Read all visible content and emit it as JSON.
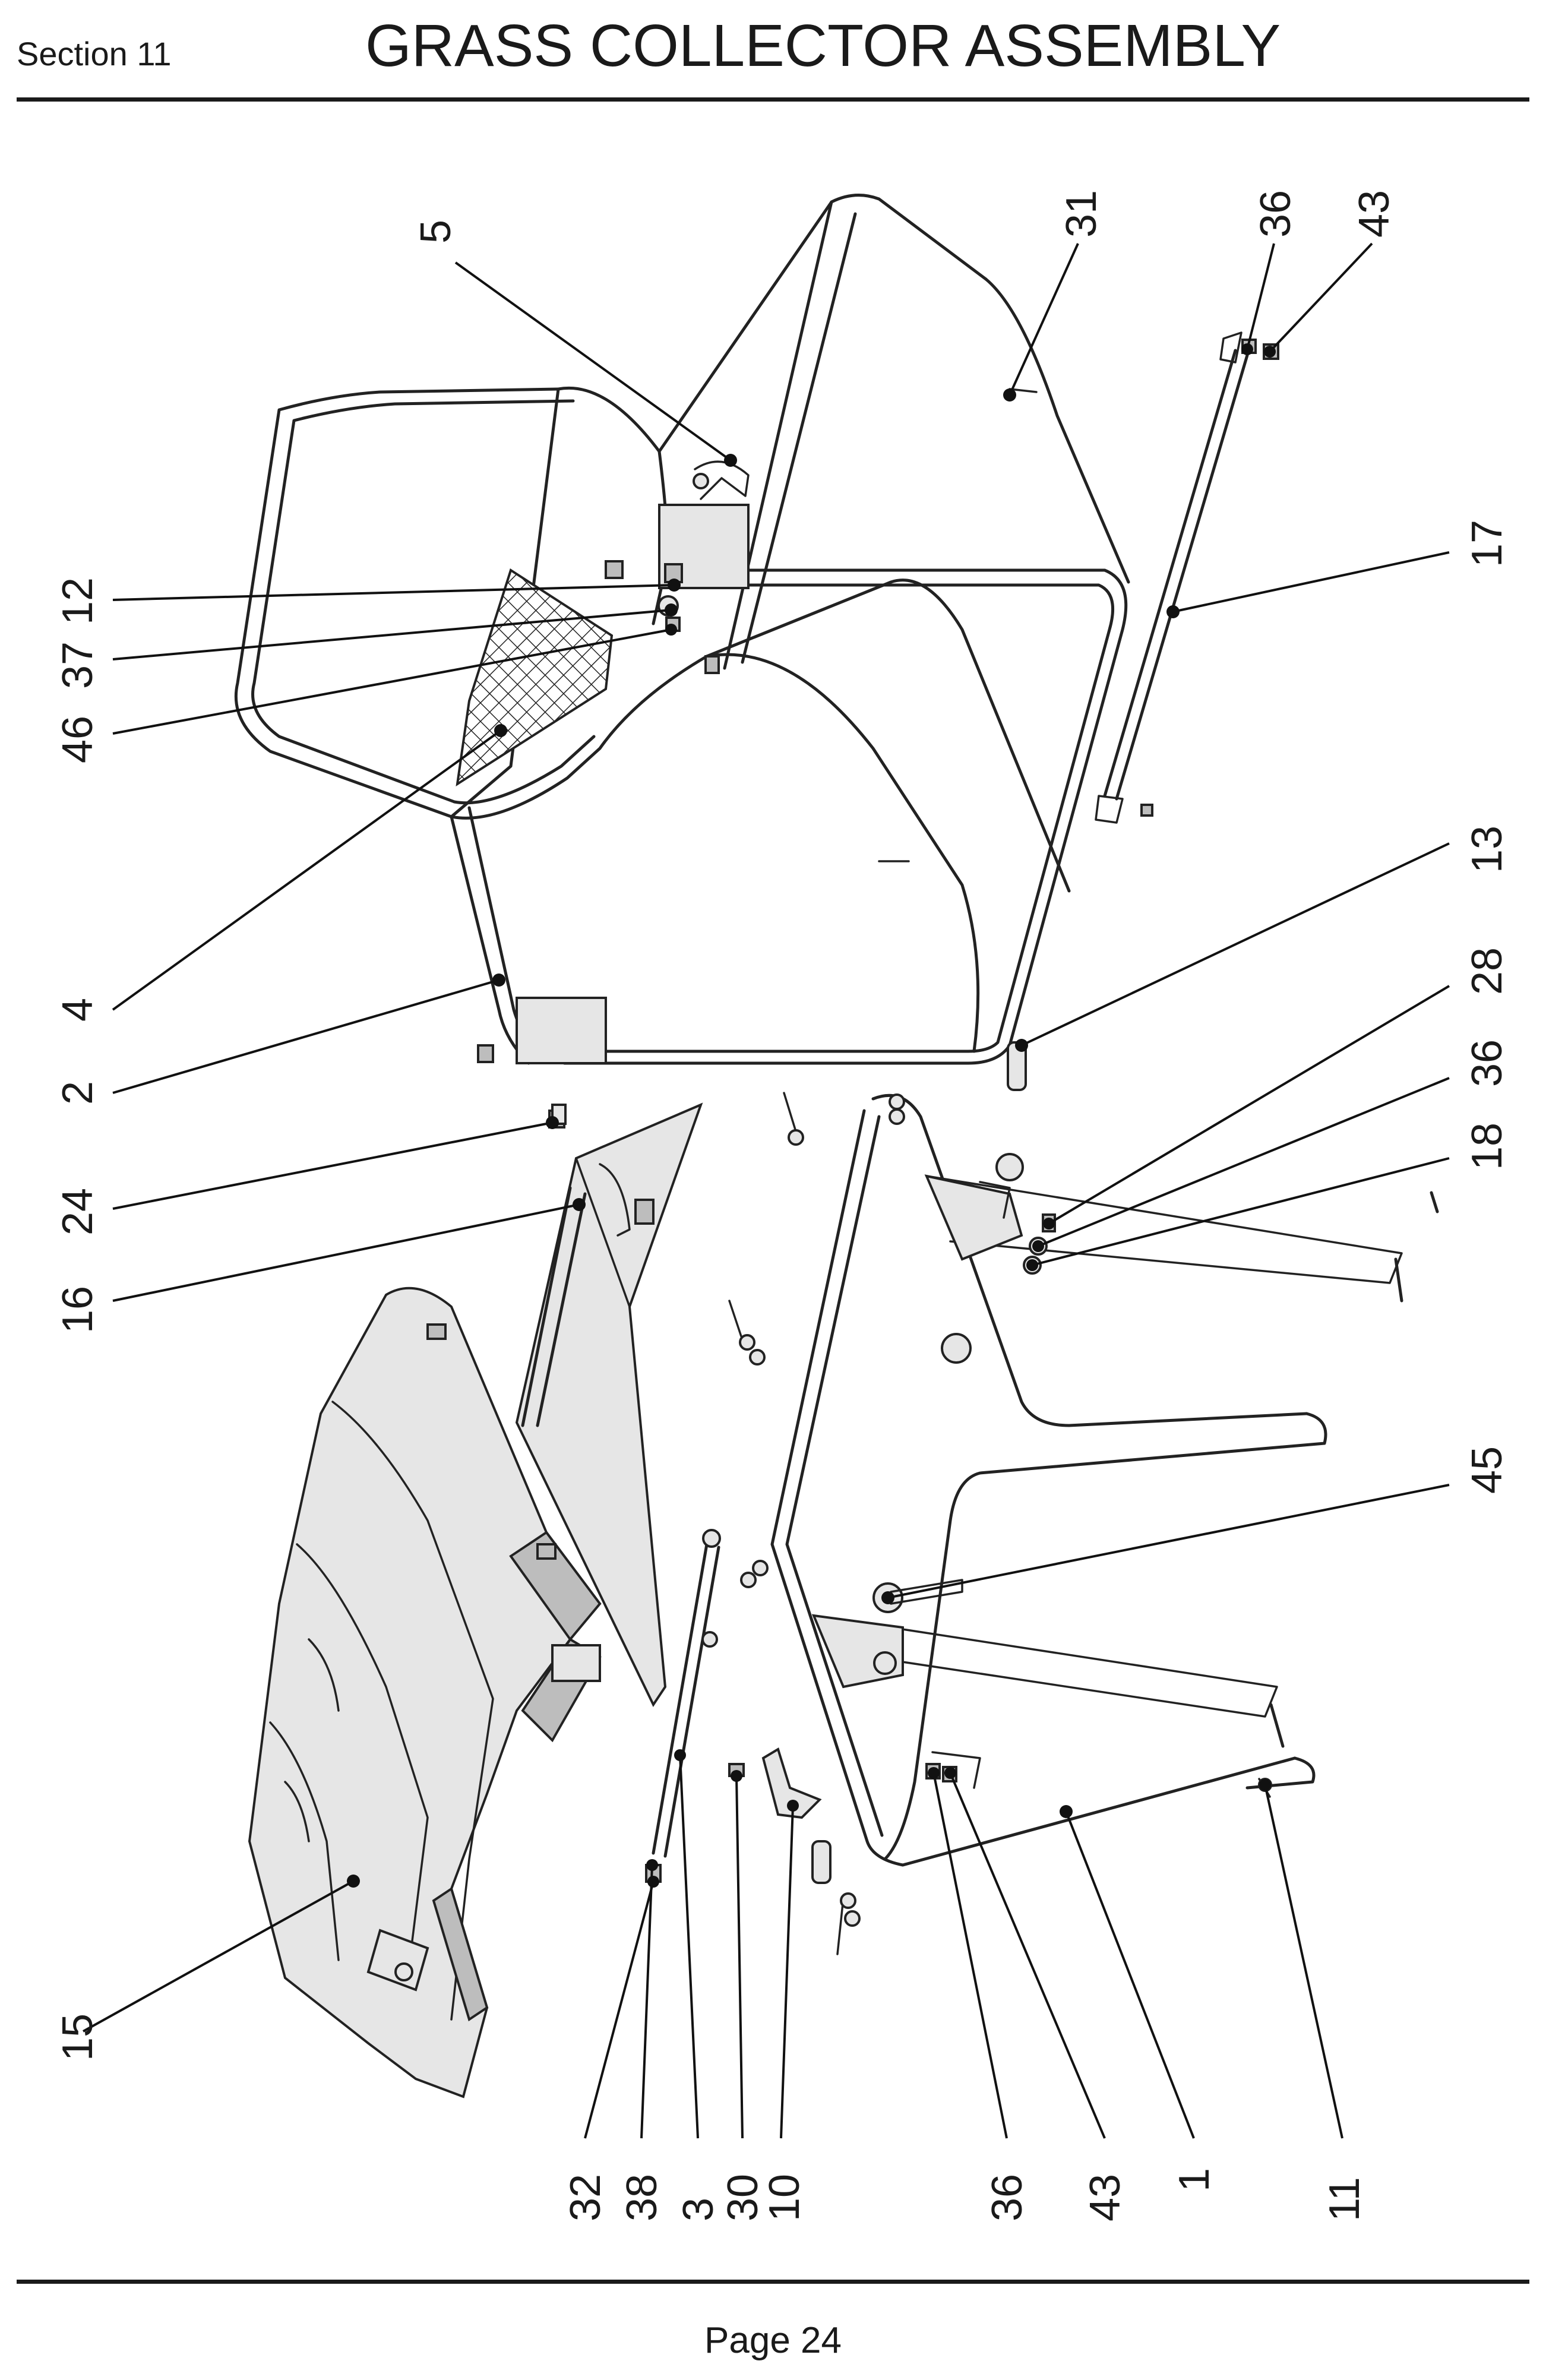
{
  "header": {
    "section": "Section 11",
    "title": "GRASS COLLECTOR ASSEMBLY"
  },
  "footer": {
    "page": "Page 24"
  },
  "callouts": [
    {
      "label": "5"
    },
    {
      "label": "31"
    },
    {
      "label": "36"
    },
    {
      "label": "43"
    },
    {
      "label": "17"
    },
    {
      "label": "12"
    },
    {
      "label": "37"
    },
    {
      "label": "46"
    },
    {
      "label": "4"
    },
    {
      "label": "2"
    },
    {
      "label": "13"
    },
    {
      "label": "28"
    },
    {
      "label": "36"
    },
    {
      "label": "18"
    },
    {
      "label": "24"
    },
    {
      "label": "16"
    },
    {
      "label": "45"
    },
    {
      "label": "15"
    },
    {
      "label": "32"
    },
    {
      "label": "38"
    },
    {
      "label": "3"
    },
    {
      "label": "30"
    },
    {
      "label": "10"
    },
    {
      "label": "36"
    },
    {
      "label": "43"
    },
    {
      "label": "1"
    },
    {
      "label": "11"
    }
  ]
}
